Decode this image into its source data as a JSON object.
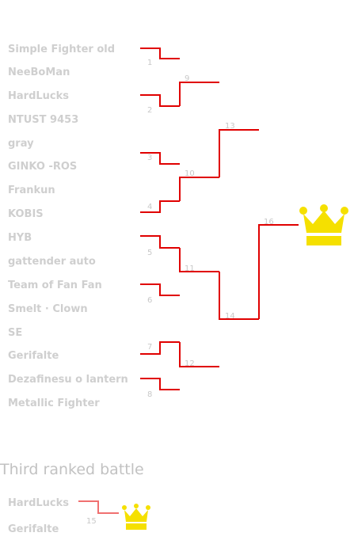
{
  "teams": [
    "Simple  Fighter old",
    "NeeBoMan",
    "HardLucks",
    "NTUST  9453",
    "gray",
    "GINKO -ROS",
    "Frankun",
    "KOBIS",
    "HYB",
    "gattender  auto",
    "Team of Fan Fan",
    "Smelt · Clown",
    "SE",
    "Gerifalte",
    "Dezafinesu o lantern",
    "Metallic Fighter"
  ],
  "match_numbers": [
    "1",
    "2",
    "3",
    "4",
    "5",
    "6",
    "7",
    "8",
    "9",
    "10",
    "11",
    "12",
    "13",
    "14",
    "15",
    "16"
  ],
  "third_place": {
    "title": "Third ranked battle",
    "teams": [
      "HardLucks",
      "Gerifalte"
    ],
    "match_number": "15"
  },
  "colors": {
    "bracket_line": "#e00000",
    "third_place_line": "#f07070",
    "crown": "#f5e000",
    "team_text": "#cfcfcf",
    "number_text": "#c8c8c8"
  },
  "icons": {
    "champion": "crown-icon",
    "third_place": "crown-icon"
  }
}
